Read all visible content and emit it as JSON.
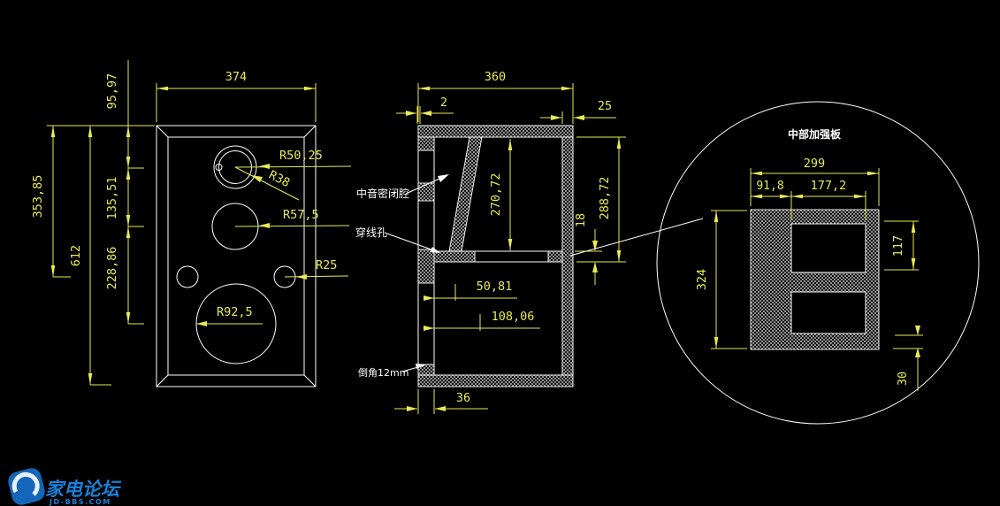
{
  "colors": {
    "background": "#000000",
    "geometry_line": "#ffffff",
    "dimension": "#e9e955",
    "watermark_blue": "#1b80d8"
  },
  "front_view": {
    "dim_width": "374",
    "dim_top_to_tweeter": "95,97",
    "dim_tweeter_to_mid": "135,51",
    "dim_mid_to_woofer": "228,86",
    "dim_top_to_ports": "353,85",
    "dim_height": "612",
    "r_tweeter_cutout": "R50,25",
    "r_tweeter": "R38",
    "r_mid": "R57,5",
    "r_port": "R25",
    "r_woofer": "R92,5"
  },
  "section_view": {
    "dim_width": "360",
    "dim_front_recess": "2",
    "dim_back_thickness": "25",
    "dim_upper_cavity_height": "270,72",
    "dim_upper_outer_height": "288,72",
    "dim_shelf_thickness": "18",
    "dim_hole_offset_1": "50,81",
    "dim_hole_offset_2": "108,06",
    "dim_baffle_thickness": "36",
    "label_mid_chamber": "中音密闭腔",
    "label_wire_hole": "穿线孔",
    "label_chamfer": "倒角12mm"
  },
  "detail_view": {
    "title": "中部加强板",
    "dim_width": "299",
    "dim_left_width": "91,8",
    "dim_hole_width": "177,2",
    "dim_height": "324",
    "dim_hole_height": "117",
    "dim_bottom_margin": "30"
  },
  "watermark": {
    "brand": "家电论坛",
    "site": "JD-BBS.COM"
  }
}
